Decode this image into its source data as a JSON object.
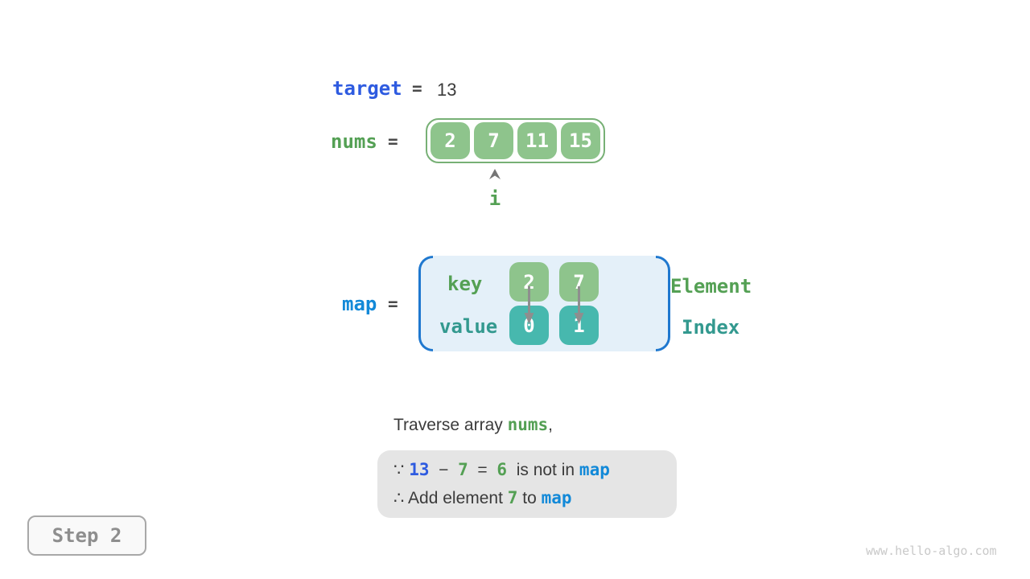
{
  "colors": {
    "royal_blue": "#2e5be0",
    "azure_blue": "#1289d8",
    "paren_blue": "#1f78cf",
    "green_text": "#54a054",
    "teal_text": "#33998f",
    "green_box": "#8ec48c",
    "teal_box": "#47b8ae",
    "dark_text": "#3b3b3b",
    "note_bg": "#e5e5e5",
    "map_bg": "#e4f0f9"
  },
  "target_line": {
    "label": "target",
    "eq": "=",
    "value": "13"
  },
  "nums_line": {
    "label": "nums",
    "eq": "=",
    "cells": [
      "2",
      "7",
      "11",
      "15"
    ],
    "pointer_label": "i"
  },
  "map_section": {
    "label": "map",
    "eq": "=",
    "key_row_label": "key",
    "value_row_label": "value",
    "entries": [
      {
        "key": "2",
        "value": "0"
      },
      {
        "key": "7",
        "value": "1"
      }
    ],
    "element_label": "Element",
    "index_label": "Index"
  },
  "caption": {
    "part1": "Traverse array ",
    "nums": "nums",
    "part2": ","
  },
  "note": {
    "line1": {
      "s0": "∵ ",
      "s1": "13",
      "s2": "  −  ",
      "s3": "7",
      "s4": "  =  ",
      "s5": "6",
      "s6": "  is not in ",
      "s7": "map"
    },
    "line2": {
      "s0": "∴ Add element ",
      "s1": "7",
      "s2": " to ",
      "s3": "map"
    }
  },
  "step_badge": "Step 2",
  "watermark": "www.hello-algo.com"
}
